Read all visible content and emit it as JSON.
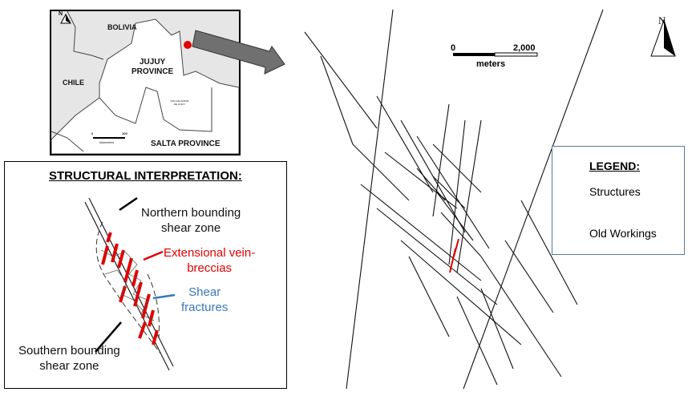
{
  "location_map": {
    "labels": {
      "bolivia": "BOLIVIA",
      "chile": "CHILE",
      "jujuy_line1": "JUJUY",
      "jujuy_line2": "PROVINCE",
      "salta": "SALTA PROVINCE",
      "city": "SAN SALVADOR DE JUJUY"
    },
    "scale": {
      "start": "0",
      "end": "100",
      "unit": "kilometers"
    },
    "north": "N",
    "marker_color": "#e00000"
  },
  "structural": {
    "title": "STRUCTURAL INTERPRETATION:",
    "northern": [
      "Northern bounding",
      "shear zone"
    ],
    "extensional": [
      "Extensional vein-",
      "breccias"
    ],
    "shear": [
      "Shear",
      "fractures"
    ],
    "southern": [
      "Southern bounding",
      "shear zone"
    ],
    "colors": {
      "vein": "#e00000",
      "shear": "#3a78b5"
    }
  },
  "main_map": {
    "north": "N",
    "scale": {
      "start": "0",
      "end": "2,000",
      "unit": "meters"
    },
    "legend": {
      "title": "LEGEND:",
      "items": [
        {
          "label": "Structures"
        },
        {
          "label": "Old Workings"
        }
      ]
    }
  }
}
